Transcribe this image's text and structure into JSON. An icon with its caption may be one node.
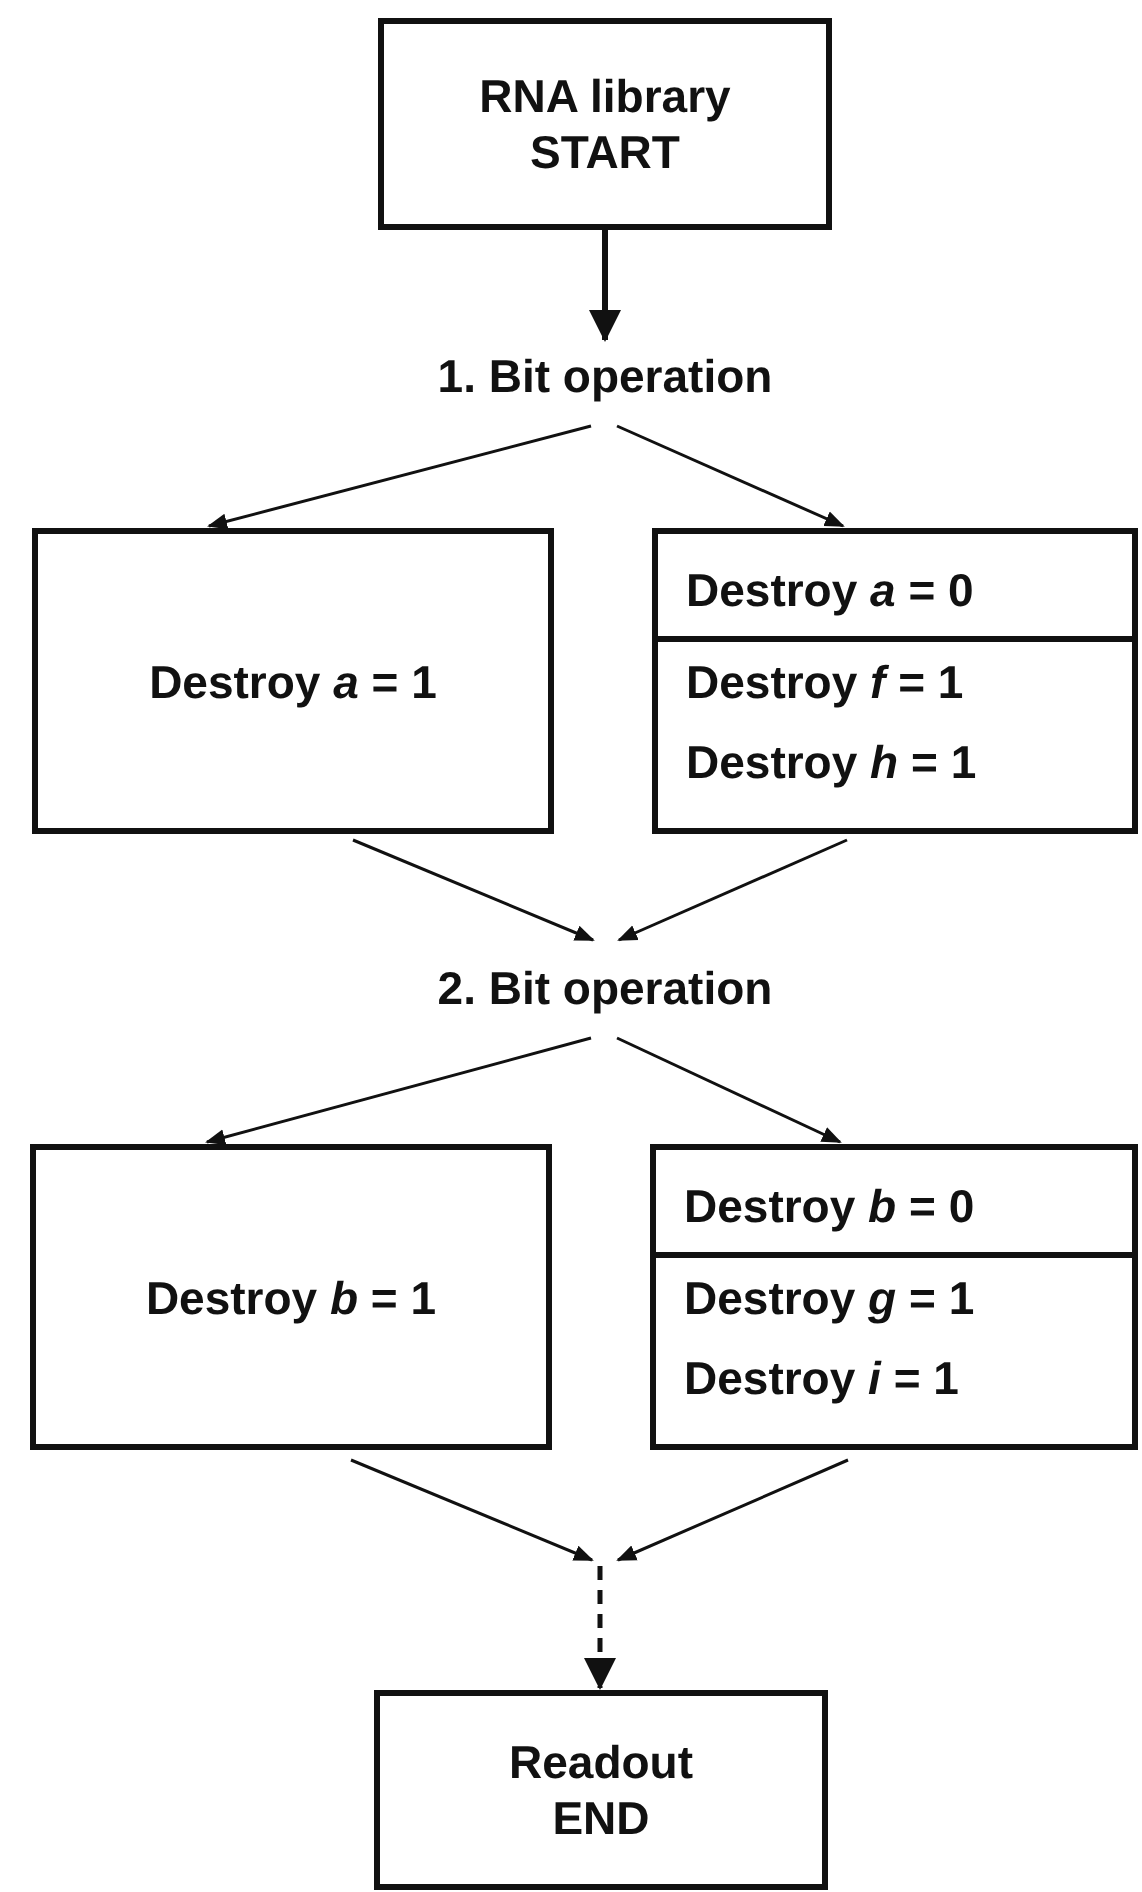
{
  "diagram": {
    "nodes": [
      {
        "text": [
          "RNA library",
          "START"
        ]
      },
      {
        "text": [
          "1. Bit operation"
        ]
      },
      {
        "text": [
          "Destroy *a* = 1"
        ]
      },
      {
        "text": [
          "Destroy *a* = 0",
          "Destroy *f* = 1",
          "Destroy *h* = 1"
        ]
      },
      {
        "text": [
          "2. Bit operation"
        ]
      },
      {
        "text": [
          "Destroy *b* = 1"
        ]
      },
      {
        "text": [
          "Destroy *b* = 0",
          "Destroy *g* = 1",
          "Destroy *i* = 1"
        ]
      },
      {
        "text": [
          "Readout",
          "END"
        ]
      }
    ],
    "edges": [
      {
        "from": 0,
        "to": 1,
        "arrow": "to",
        "style": "thick"
      },
      {
        "from": 1,
        "to": 2,
        "arrow": "to"
      },
      {
        "from": 1,
        "to": 3,
        "arrow": "to"
      },
      {
        "from": 2,
        "to": 4,
        "arrow": "to"
      },
      {
        "from": 3,
        "to": 4,
        "arrow": "to"
      },
      {
        "from": 4,
        "to": 5,
        "arrow": "to"
      },
      {
        "from": 4,
        "to": 6,
        "arrow": "to"
      },
      {
        "from": 5,
        "to": null,
        "arrow": "to"
      },
      {
        "from": 6,
        "to": null,
        "arrow": "to"
      },
      {
        "from": null,
        "to": 7,
        "arrow": "to",
        "style": "dashed"
      }
    ]
  }
}
